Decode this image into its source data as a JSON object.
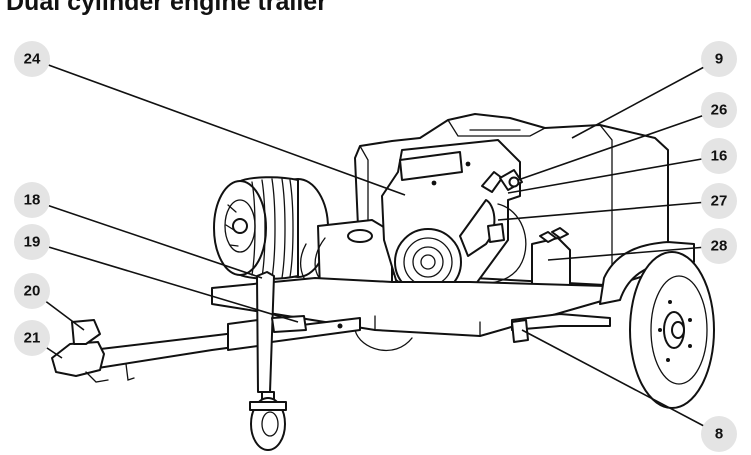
{
  "title": "Dual cylinder engine trailer",
  "callouts": [
    {
      "number": "24",
      "part": "engine"
    },
    {
      "number": "9",
      "part": "tank"
    },
    {
      "number": "26",
      "part": "fuel-cap"
    },
    {
      "number": "16",
      "part": "control"
    },
    {
      "number": "27",
      "part": "hose-fitting"
    },
    {
      "number": "28",
      "part": "battery"
    },
    {
      "number": "18",
      "part": "jack-stand"
    },
    {
      "number": "19",
      "part": "jack-handle"
    },
    {
      "number": "20",
      "part": "hitch-latch"
    },
    {
      "number": "21",
      "part": "hitch-coupler"
    },
    {
      "number": "8",
      "part": "frame-bracket"
    }
  ],
  "colors": {
    "callout_fill": "#e4e4e4",
    "ink": "#111111",
    "background": "#ffffff"
  }
}
